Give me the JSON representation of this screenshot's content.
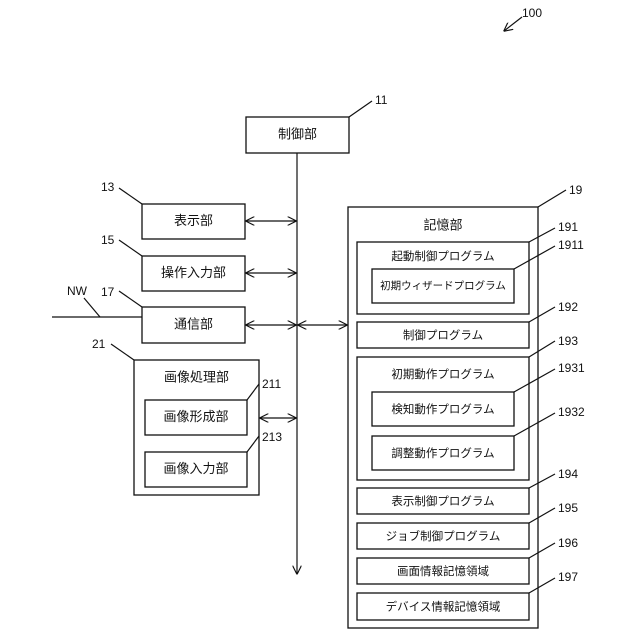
{
  "figure_ref": "100",
  "control": {
    "ref": "11",
    "label": "制御部"
  },
  "display": {
    "ref": "13",
    "label": "表示部"
  },
  "operation_input": {
    "ref": "15",
    "label": "操作入力部"
  },
  "communication": {
    "ref": "17",
    "label": "通信部",
    "network_ref": "NW"
  },
  "image_processing": {
    "ref": "21",
    "label": "画像処理部",
    "children": [
      {
        "ref": "211",
        "label": "画像形成部"
      },
      {
        "ref": "213",
        "label": "画像入力部"
      }
    ]
  },
  "storage": {
    "ref": "19",
    "label": "記憶部",
    "items": [
      {
        "ref": "191",
        "label": "起動制御プログラム",
        "children": [
          {
            "ref": "1911",
            "label": "初期ウィザードプログラム"
          }
        ]
      },
      {
        "ref": "192",
        "label": "制御プログラム"
      },
      {
        "ref": "193",
        "label": "初期動作プログラム",
        "children": [
          {
            "ref": "1931",
            "label": "検知動作プログラム"
          },
          {
            "ref": "1932",
            "label": "調整動作プログラム"
          }
        ]
      },
      {
        "ref": "194",
        "label": "表示制御プログラム"
      },
      {
        "ref": "195",
        "label": "ジョブ制御プログラム"
      },
      {
        "ref": "196",
        "label": "画面情報記憶領域"
      },
      {
        "ref": "197",
        "label": "デバイス情報記憶領域"
      }
    ]
  }
}
